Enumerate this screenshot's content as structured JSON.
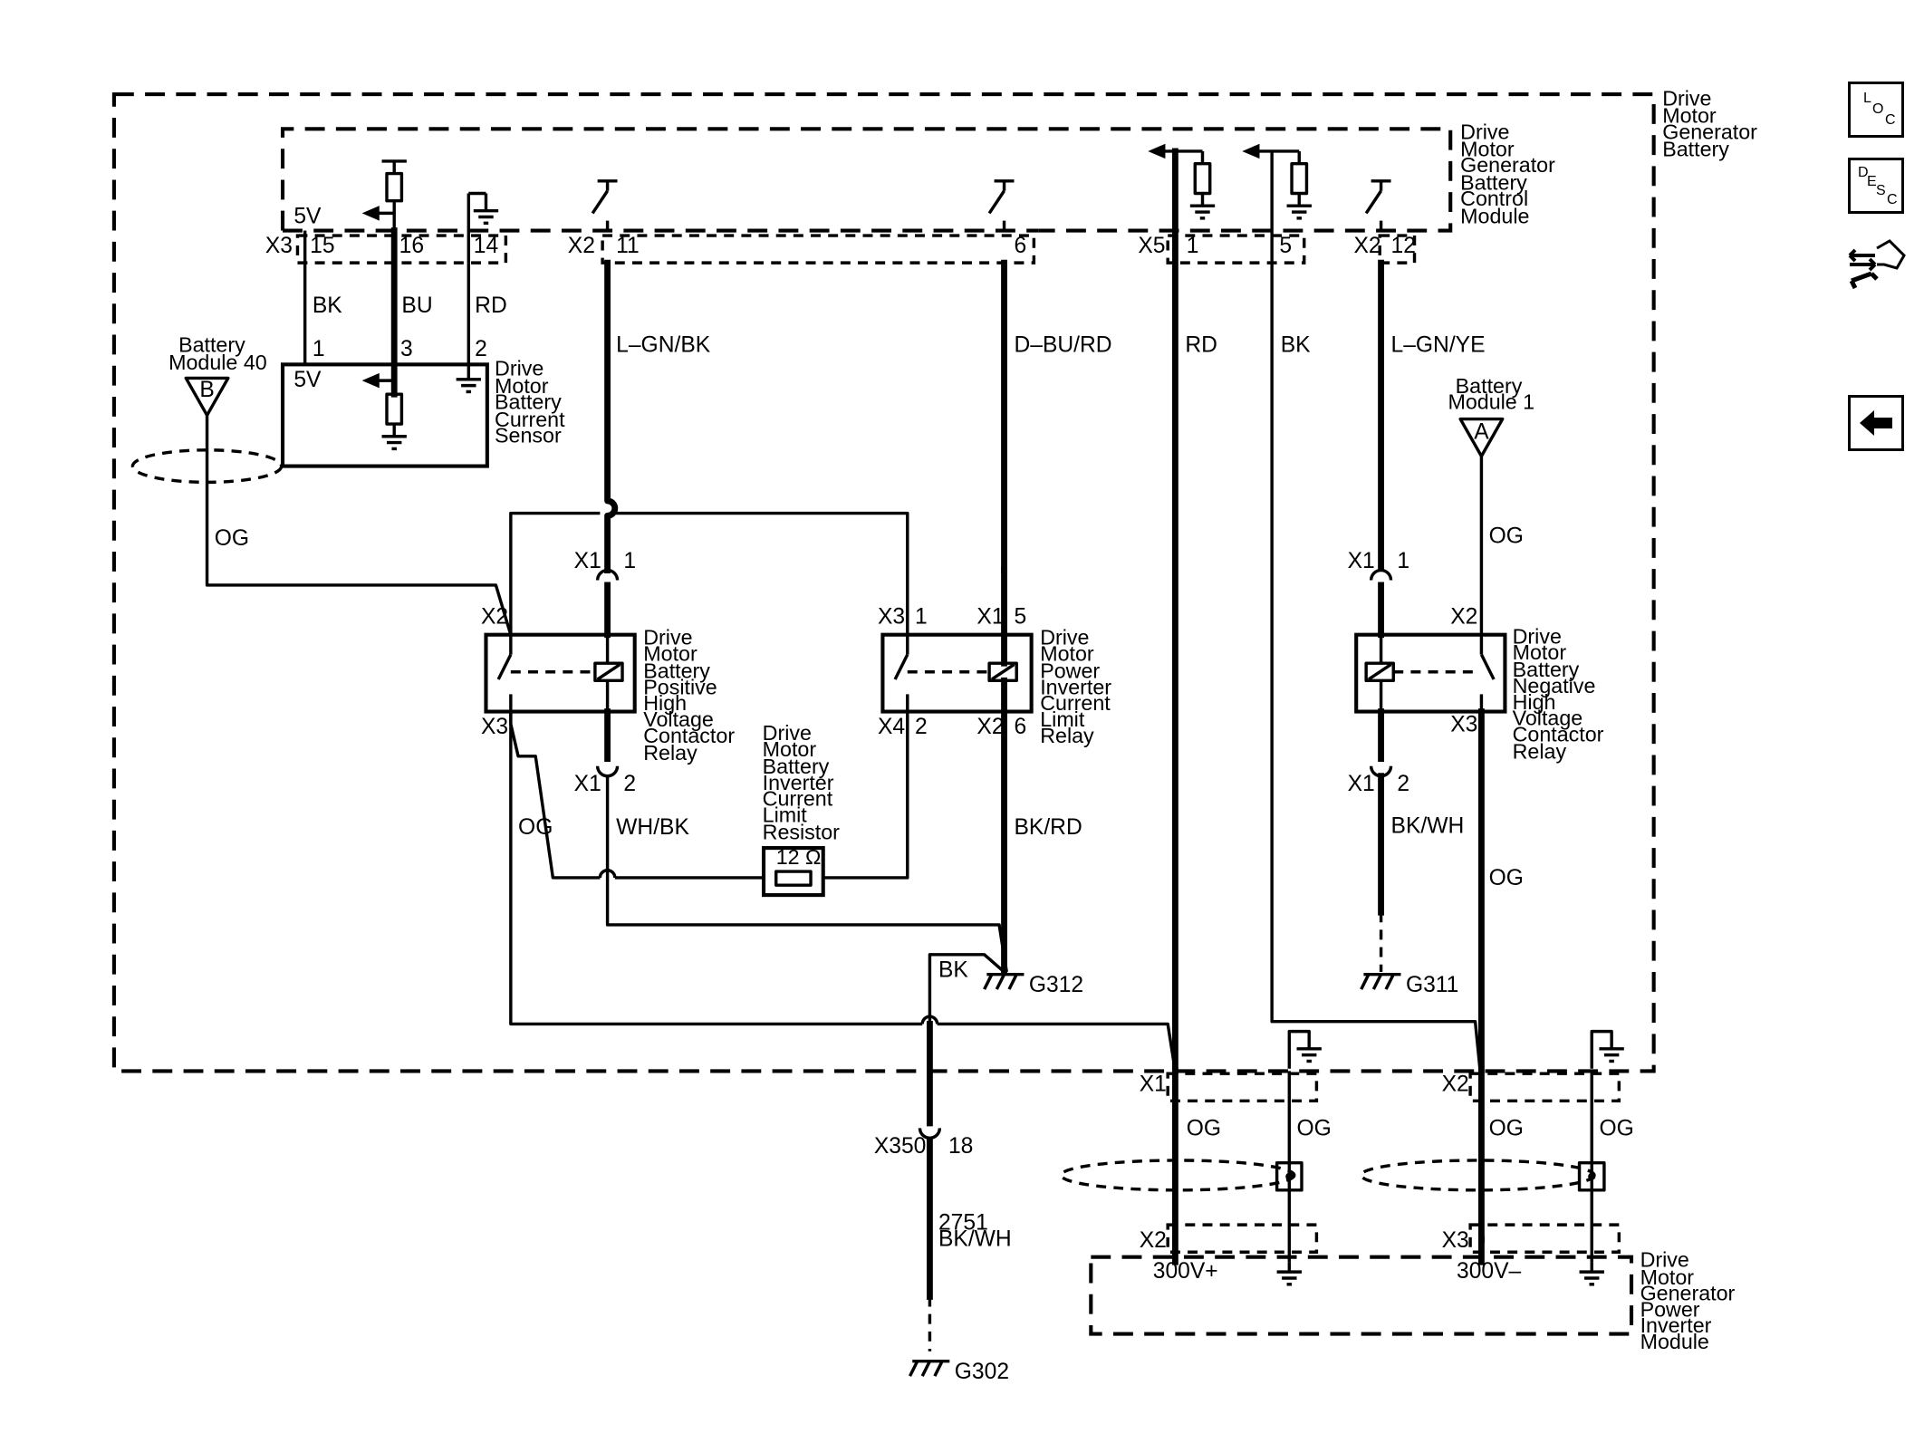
{
  "labels": {
    "dmgb": [
      "Drive",
      "Motor",
      "Generator",
      "Battery"
    ],
    "dmgbcm": [
      "Drive",
      "Motor",
      "Generator",
      "Battery",
      "Control",
      "Module"
    ],
    "dmbcs": [
      "Drive",
      "Motor",
      "Battery",
      "Current",
      "Sensor"
    ],
    "dmbphvcr": [
      "Drive",
      "Motor",
      "Battery",
      "Positive",
      "High",
      "Voltage",
      "Contactor",
      "Relay"
    ],
    "dmpiclr": [
      "Drive",
      "Motor",
      "Power",
      "Inverter",
      "Current",
      "Limit",
      "Relay"
    ],
    "dmbiclres": [
      "Drive",
      "Motor",
      "Battery",
      "Inverter",
      "Current",
      "Limit",
      "Resistor"
    ],
    "dmbnhvcr": [
      "Drive",
      "Motor",
      "Battery",
      "Negative",
      "High",
      "Voltage",
      "Contactor",
      "Relay"
    ],
    "dmgpim": [
      "Drive",
      "Motor",
      "Generator",
      "Power",
      "Inverter",
      "Module"
    ],
    "bm40": [
      "Battery",
      "Module 40"
    ],
    "bm1": [
      "Battery",
      "Module 1"
    ],
    "bm40_letter": "B",
    "bm1_letter": "A",
    "v5_top": "5V",
    "v5_sensor": "5V",
    "resistor_value": "12 Ω",
    "v300p": "300V+",
    "v300m": "300V–"
  },
  "connectors": {
    "x3_top": "X3",
    "x3_p15": "15",
    "x3_p16": "16",
    "x3_p14": "14",
    "x2_top_a": "X2",
    "x2_p11": "11",
    "p6_top": "6",
    "x5": "X5",
    "x5_p1": "1",
    "x5_p5": "5",
    "x2_top_b": "X2",
    "x2_p12": "12",
    "sensor_p1": "1",
    "sensor_p3": "3",
    "sensor_p2": "2",
    "pos_x2": "X2",
    "pos_x3": "X3",
    "pos_x1_top": "X1",
    "pos_x1_top_p": "1",
    "pos_x1_bot": "X1",
    "pos_x1_bot_p": "2",
    "lim_x3": "X3",
    "lim_x3_p": "1",
    "lim_x1": "X1",
    "lim_x1_p": "5",
    "lim_x4": "X4",
    "lim_x4_p": "2",
    "lim_x2": "X2",
    "lim_x2_p": "6",
    "neg_x1_top": "X1",
    "neg_x1_top_p": "1",
    "neg_x2": "X2",
    "neg_x3": "X3",
    "neg_x1_bot": "X1",
    "neg_x1_bot_p": "2",
    "x350": "X350",
    "x350_p": "18",
    "pim_x1": "X1",
    "pim_x2": "X2",
    "pim_x2b": "X2",
    "pim_x3": "X3"
  },
  "wires": {
    "bk_sensor": "BK",
    "bu_sensor": "BU",
    "rd_sensor": "RD",
    "lgnbk": "L–GN/BK",
    "dburd": "D–BU/RD",
    "rd_main": "RD",
    "bk_main": "BK",
    "lgnye": "L–GN/YE",
    "og_b": "OG",
    "og_a": "OG",
    "og_pos": "OG",
    "whbk": "WH/BK",
    "bkrd": "BK/RD",
    "bkwh": "BK/WH",
    "og_neg": "OG",
    "bk_ground": "BK",
    "circuit_no": "2751",
    "circuit_color": "BK/WH",
    "og_pim1": "OG",
    "og_pim2": "OG",
    "og_pim3": "OG",
    "og_pim4": "OG"
  },
  "grounds": {
    "g312": "G312",
    "g311": "G311",
    "g302": "G302"
  },
  "nav": {
    "loc": {
      "l1": "L",
      "l2": "O",
      "l3": "C"
    },
    "desc": {
      "l1": "D",
      "l2": "E",
      "l3": "S",
      "l4": "C"
    },
    "back": "back-arrow-icon"
  }
}
